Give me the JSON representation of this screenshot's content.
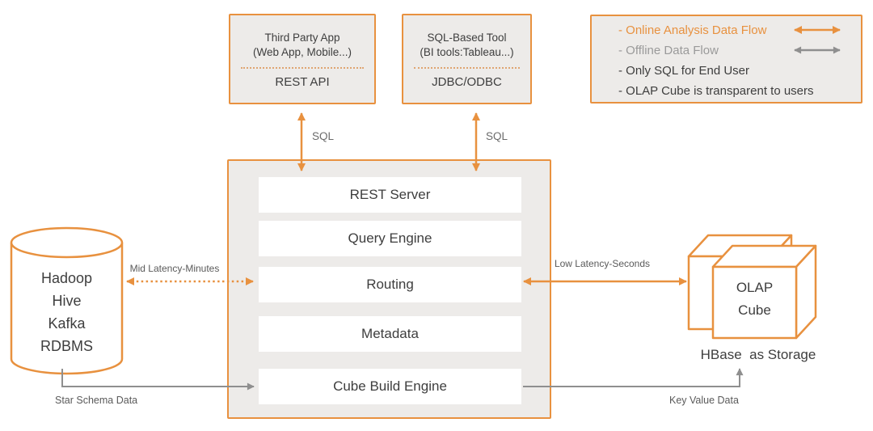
{
  "diagram": {
    "subject": "OLAP engine architecture"
  },
  "colors": {
    "accent_orange": "#E8913F",
    "flow_gray": "#8F8F8F",
    "panel_bg": "#EDEBE9",
    "text_dark": "#3E3E3E",
    "text_gray": "#9A9A9A"
  },
  "top_boxes": {
    "third_party": {
      "title_line1": "Third Party App",
      "title_line2": "(Web App, Mobile...)",
      "interface": "REST API"
    },
    "sql_tool": {
      "title_line1": "SQL-Based Tool",
      "title_line2": "(BI tools:Tableau...)",
      "interface": "JDBC/ODBC"
    }
  },
  "legend": {
    "items": [
      {
        "label": "- Online Analysis Data Flow",
        "arrow": "orange-double-arrow"
      },
      {
        "label": "- Offline Data Flow",
        "arrow": "gray-double-arrow"
      },
      {
        "label": "- Only SQL for End User"
      },
      {
        "label": "- OLAP Cube is transparent to users"
      }
    ]
  },
  "kylin_core": {
    "rows": [
      "REST Server",
      "Query Engine",
      "Routing",
      "Metadata",
      "Cube Build Engine"
    ]
  },
  "data_sources": {
    "items": [
      "Hadoop",
      "Hive",
      "Kafka",
      "RDBMS"
    ]
  },
  "storage": {
    "cube_line1": "OLAP",
    "cube_line2": "Cube",
    "caption": "HBase  as Storage"
  },
  "edge_labels": {
    "sql_left": "SQL",
    "sql_right": "SQL",
    "mid_latency": "Mid Latency-Minutes",
    "low_latency": "Low Latency-Seconds",
    "star_schema": "Star Schema Data",
    "key_value": "Key Value Data"
  }
}
